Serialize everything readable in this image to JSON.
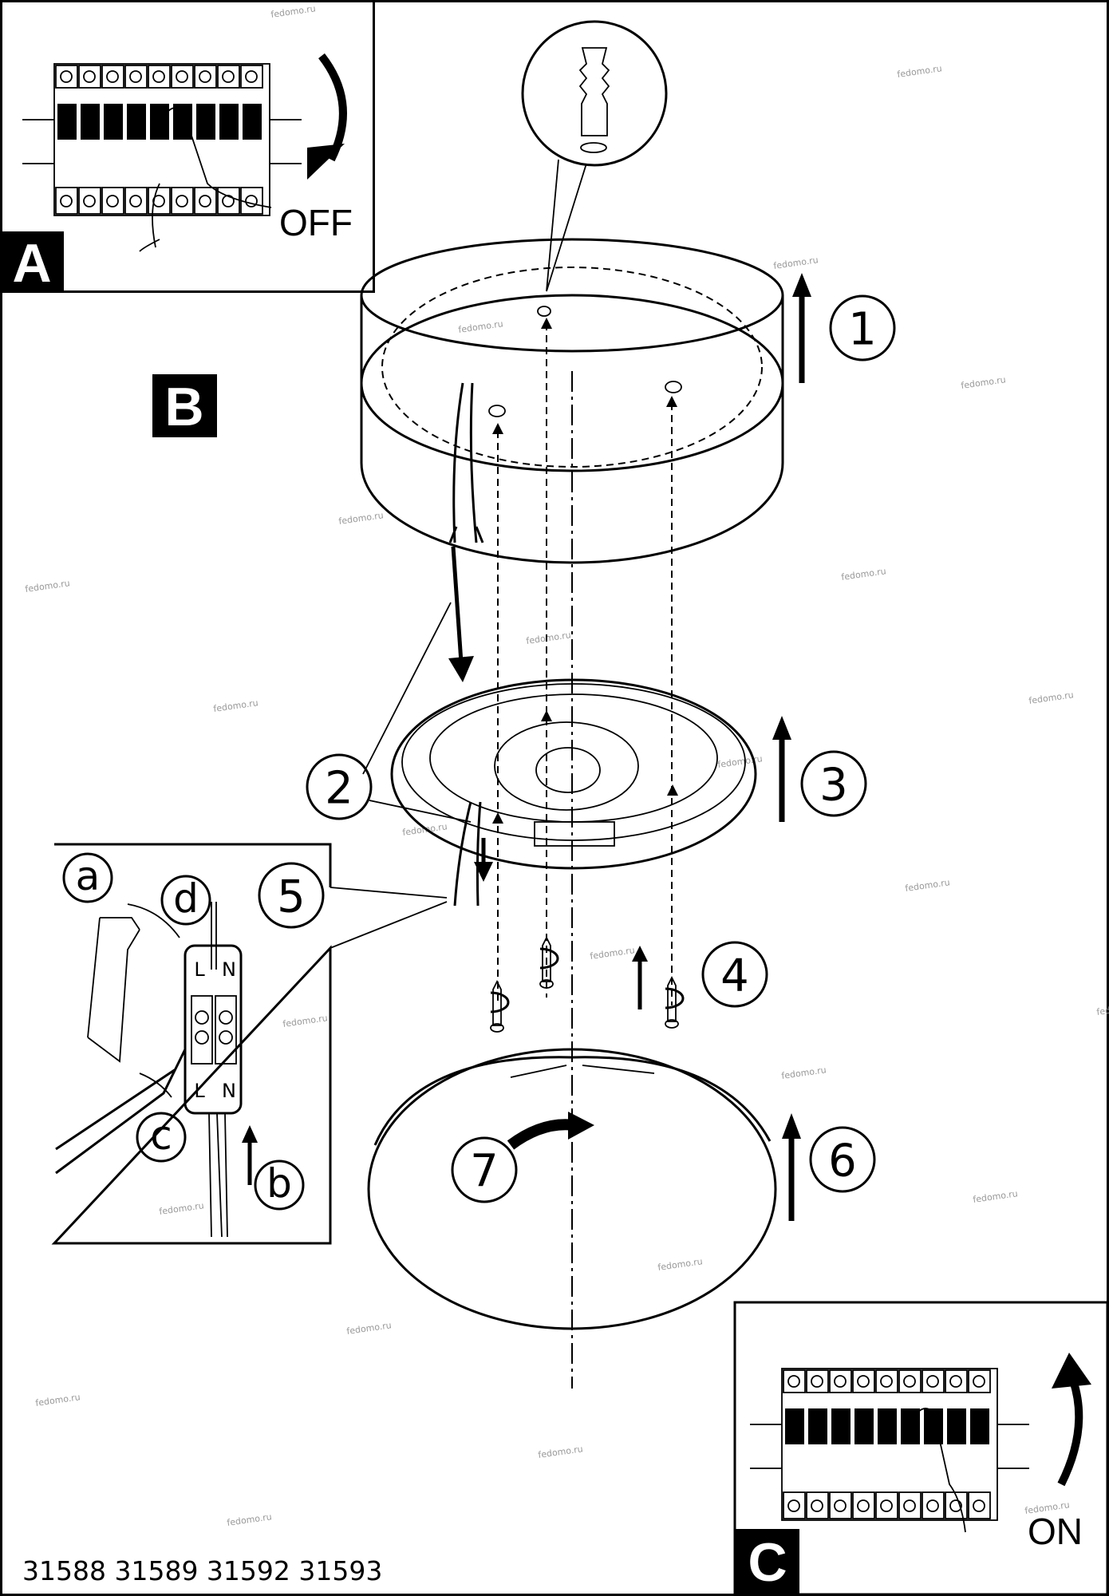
{
  "panels": {
    "a": {
      "label": "A",
      "switch_text": "OFF"
    },
    "b": {
      "label": "B"
    },
    "c": {
      "label": "C",
      "switch_text": "ON"
    }
  },
  "steps": [
    "1",
    "2",
    "3",
    "4",
    "5",
    "6",
    "7"
  ],
  "wiring_detail": {
    "substeps": [
      "a",
      "b",
      "c",
      "d"
    ],
    "terminal_labels": [
      "L",
      "N",
      "L",
      "N"
    ]
  },
  "model_numbers": "31588 31589 31592 31593",
  "watermark": "fedomo.ru",
  "colors": {
    "ink": "#000000",
    "paper": "#ffffff",
    "watermark": "#999999"
  }
}
